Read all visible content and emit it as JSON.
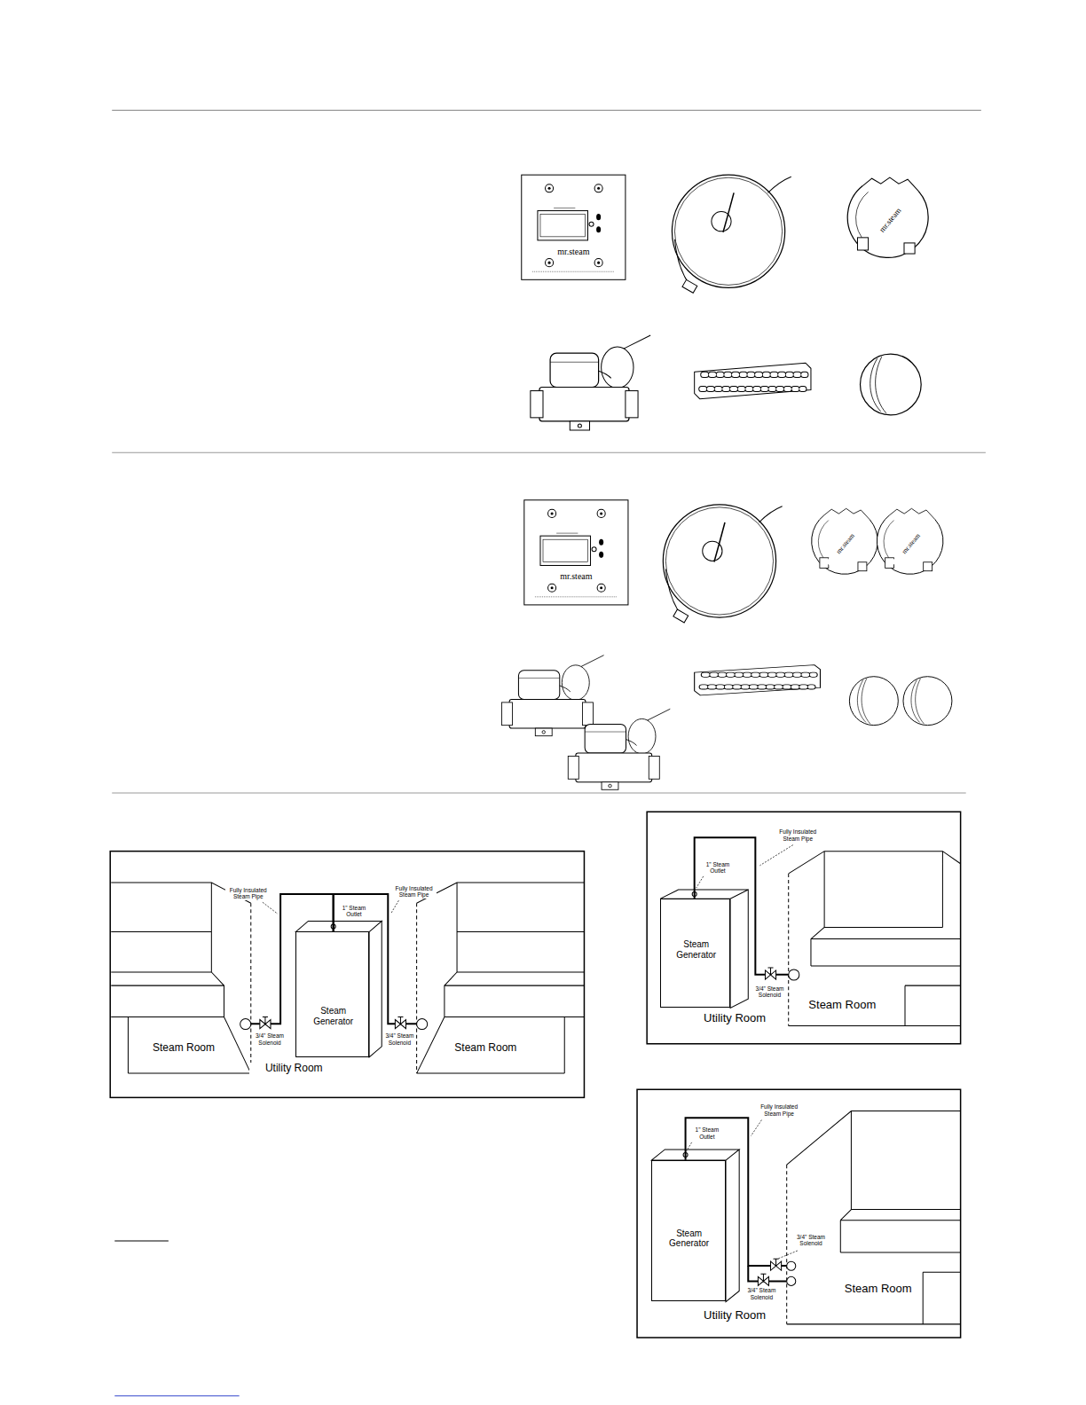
{
  "diagram": {
    "nodes": [
      {
        "text": [
          "Steam Room"
        ]
      },
      {
        "text": [
          "Steam Generator"
        ]
      },
      {
        "text": [
          "Steam Room"
        ]
      },
      {
        "text": [
          "Steam Generator"
        ]
      },
      {
        "text": [
          "Steam Room"
        ]
      },
      {
        "text": [
          "Steam Generator"
        ]
      },
      {
        "text": [
          "Steam Room"
        ]
      }
    ],
    "edges": [
      {
        "from": 1,
        "to": 0,
        "arrow": "none"
      },
      {
        "from": 1,
        "to": 2,
        "arrow": "none"
      },
      {
        "from": 3,
        "to": 4,
        "arrow": "none"
      },
      {
        "from": 5,
        "to": 6,
        "arrow": "none"
      }
    ],
    "labels": [
      "mr.steam",
      "mr.steam",
      "mr.steam",
      "mr.steam",
      "mr.steam",
      "Fully Insulated Steam Pipe",
      "1\" Steam Outlet",
      "Fully Insulated Steam Pipe",
      "3/4\" Steam Solenoid",
      "3/4\" Steam Solenoid",
      "Utility Room",
      "Fully Insulated Steam Pipe",
      "1\" Steam Outlet",
      "3/4\" Steam Solenoid",
      "Utility Room",
      "Fully Insulated Steam Pipe",
      "1\" Steam Outlet",
      "3/4\" Steam Solenoid",
      "3/4\" Steam Solenoid",
      "Utility Room"
    ]
  }
}
